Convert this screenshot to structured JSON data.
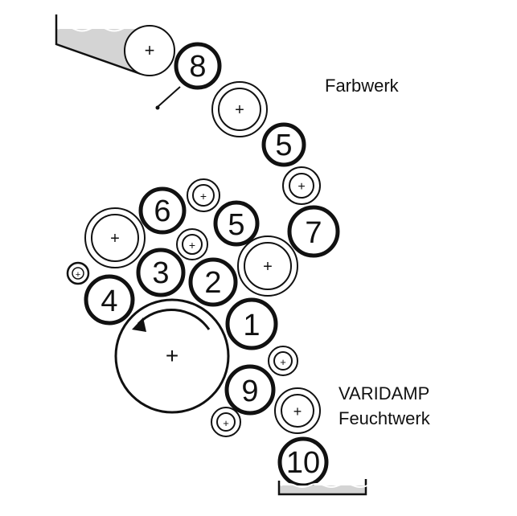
{
  "labels": {
    "farbwerk": "Farbwerk",
    "varidamp_line1": "VARIDAMP",
    "varidamp_line2": "Feuchtwerk"
  },
  "rollers": {
    "r8": "8",
    "r5a": "5",
    "r6": "6",
    "r5b": "5",
    "r7": "7",
    "r3": "3",
    "r2": "2",
    "r4": "4",
    "r1": "1",
    "r9": "9",
    "r10": "10"
  },
  "center_mark": "+",
  "colors": {
    "line": "#111111",
    "trough_fill": "#d4d4d4",
    "background": "#ffffff"
  }
}
